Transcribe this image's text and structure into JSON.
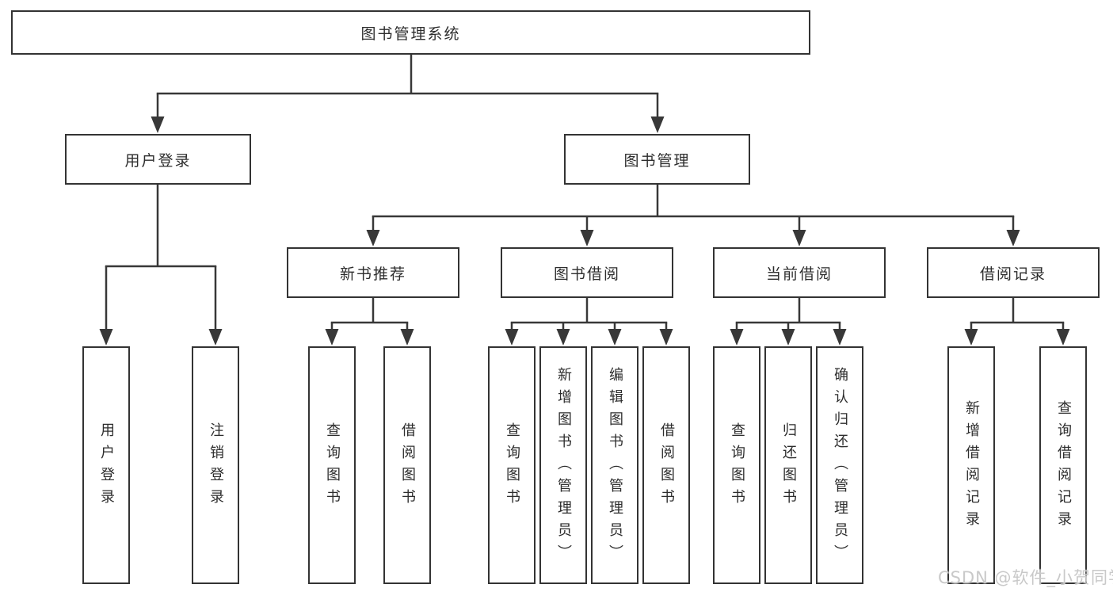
{
  "tree": {
    "root": {
      "label": "图书管理系统",
      "children": [
        {
          "label": "用户登录",
          "children": [
            {
              "label": "用户登录"
            },
            {
              "label": "注销登录"
            }
          ]
        },
        {
          "label": "图书管理",
          "children": [
            {
              "label": "新书推荐",
              "children": [
                {
                  "label": "查询图书"
                },
                {
                  "label": "借阅图书"
                }
              ]
            },
            {
              "label": "图书借阅",
              "children": [
                {
                  "label": "查询图书"
                },
                {
                  "label": "新增图书（管理员）"
                },
                {
                  "label": "编辑图书（管理员）"
                },
                {
                  "label": "借阅图书"
                }
              ]
            },
            {
              "label": "当前借阅",
              "children": [
                {
                  "label": "查询图书"
                },
                {
                  "label": "归还图书"
                },
                {
                  "label": "确认归还（管理员）"
                }
              ]
            },
            {
              "label": "借阅记录",
              "children": [
                {
                  "label": "新增借阅记录"
                },
                {
                  "label": "查询借阅记录"
                }
              ]
            }
          ]
        }
      ]
    }
  },
  "watermark": {
    "text": "CSDN @软件_小贺同学",
    "color": "#c9c9c9"
  },
  "colors": {
    "line": "#383838",
    "box_border": "#333333",
    "text": "#2d2d2d",
    "background": "#ffffff"
  }
}
